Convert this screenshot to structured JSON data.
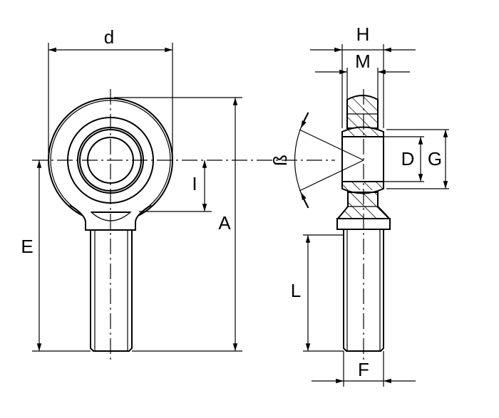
{
  "title": "Rod end bearing dimension drawing",
  "labels": {
    "d": "d",
    "A": "A",
    "E": "E",
    "I": "I",
    "H": "H",
    "M": "M",
    "D": "D",
    "G": "G",
    "L": "L",
    "F": "F",
    "beta": "ß"
  },
  "colors": {
    "line": "#000000",
    "background": "#ffffff"
  }
}
